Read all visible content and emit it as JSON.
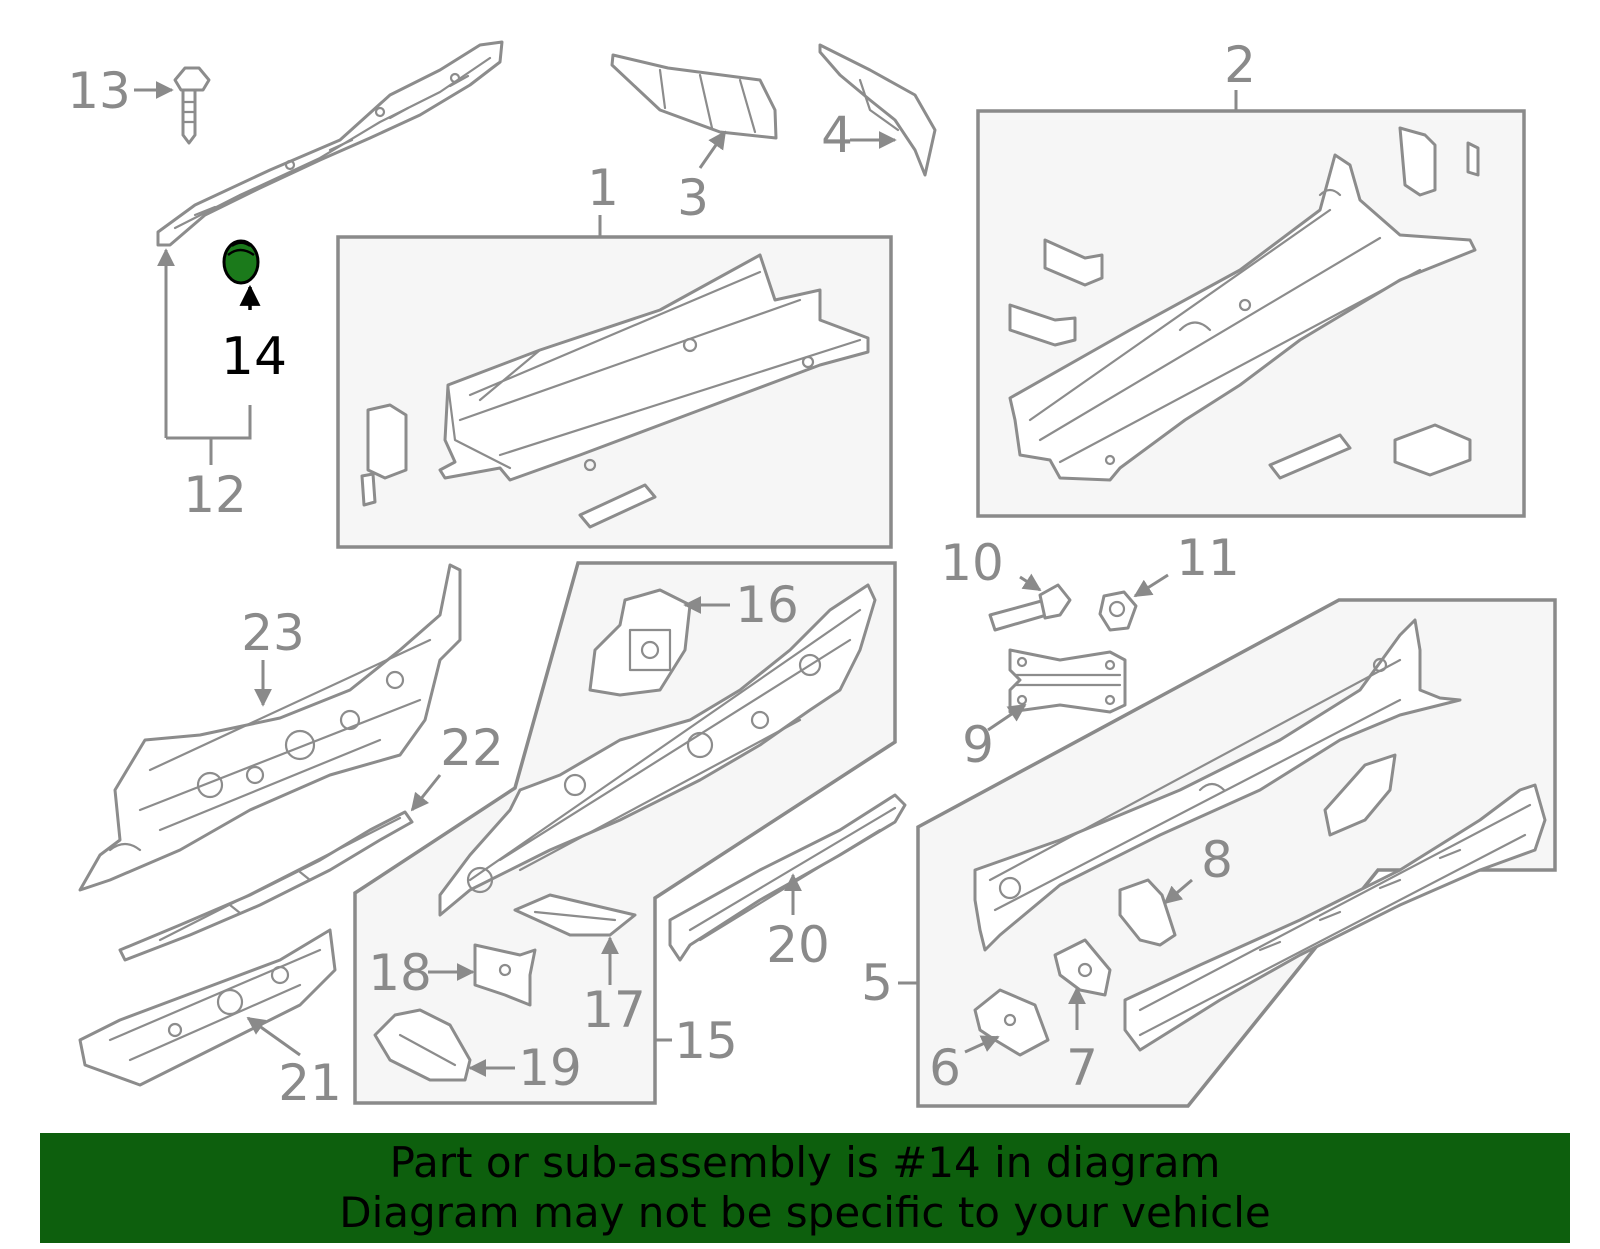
{
  "diagram": {
    "highlighted_part": "14",
    "highlight_color": "#1b7a1b",
    "labels": {
      "l1": "1",
      "l2": "2",
      "l3": "3",
      "l4": "4",
      "l5": "5",
      "l6": "6",
      "l7": "7",
      "l8": "8",
      "l9": "9",
      "l10": "10",
      "l11": "11",
      "l12": "12",
      "l13": "13",
      "l14": "14",
      "l15": "15",
      "l16": "16",
      "l17": "17",
      "l18": "18",
      "l19": "19",
      "l20": "20",
      "l21": "21",
      "l22": "22",
      "l23": "23"
    }
  },
  "banner": {
    "line1": "Part or sub-assembly is #14 in diagram",
    "line2": "Diagram may not be specific to your vehicle",
    "background": "#0d5f0d"
  }
}
